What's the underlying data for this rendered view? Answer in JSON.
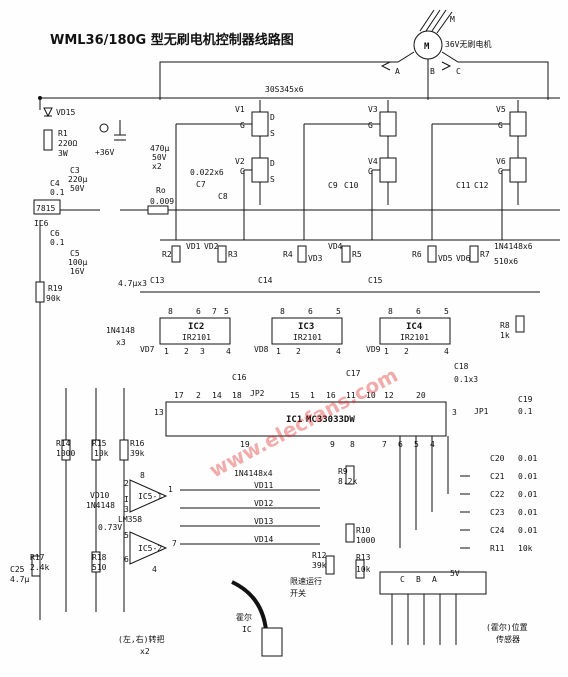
{
  "title": "WML36/180G 型无刷电机控制器线路图",
  "motor": {
    "symbol": "M",
    "label": "M",
    "desc": "36V无刷电机",
    "phase_a": "A",
    "phase_b": "B",
    "phase_c": "C"
  },
  "mosfets": {
    "part": "30S345x6",
    "labels": [
      "V1",
      "V2",
      "V3",
      "V4",
      "V5",
      "V6"
    ],
    "gate": "G",
    "drain": "D",
    "source": "S"
  },
  "power": {
    "supply": "+36V",
    "vd15": "VD15",
    "r1": [
      "R1",
      "220Ω",
      "3W"
    ],
    "c3": [
      "C3",
      "220μ",
      "50V"
    ],
    "c4": [
      "C4",
      "0.1"
    ],
    "reg": "7815",
    "ic6": "IC6",
    "c6": [
      "C6",
      "0.1"
    ],
    "c5": [
      "C5",
      "100μ",
      "16V"
    ],
    "bulk_cap": [
      "470μ",
      "50V",
      "x2"
    ],
    "c7": [
      "C7",
      "0.022x6"
    ],
    "ro": [
      "Ro",
      "0.009"
    ],
    "c8": "C8",
    "c9": "C9",
    "c10": "C10",
    "c11": "C11",
    "c12": "C12"
  },
  "drivers": {
    "ic_labels": [
      "IC2",
      "IC3",
      "IC4"
    ],
    "ic_part": "IR2101",
    "bootstrap": {
      "c13": "C13",
      "c14": "C14",
      "c15": "C15",
      "c13_val": "4.7μx3"
    },
    "diodes_top": [
      "VD1",
      "VD2",
      "VD3",
      "VD4",
      "VD5",
      "VD6"
    ],
    "res_top": [
      "R2",
      "R3",
      "R4",
      "R5",
      "R6",
      "R7"
    ],
    "diode_spec": "1N4148x6",
    "res_spec": "510x6",
    "boot_diodes": [
      "VD7",
      "VD8",
      "VD9"
    ],
    "boot_diode_spec": "1N4148",
    "boot_diode_qty": "x3",
    "c16": "C16",
    "c17": "C17",
    "c18": "C18",
    "c18_val": "0.1x3",
    "pins": [
      "8",
      "6",
      "7",
      "5",
      "1",
      "2",
      "3",
      "4"
    ]
  },
  "controller": {
    "ic": "IC1",
    "part": "MC33033DW",
    "jp1": "JP1",
    "jp2": "JP2",
    "top_pins": [
      "17",
      "2",
      "14",
      "18",
      "15",
      "1",
      "16",
      "11",
      "10",
      "12",
      "20"
    ],
    "bottom_pins": [
      "19",
      "9",
      "8",
      "7",
      "6",
      "5",
      "4"
    ],
    "pin13": "13",
    "pin3": "3",
    "c19": [
      "C19",
      "0.1"
    ],
    "r8": [
      "R8",
      "1k"
    ]
  },
  "sensor_caps": [
    {
      "name": "C20",
      "val": "0.01"
    },
    {
      "name": "C21",
      "val": "0.01"
    },
    {
      "name": "C22",
      "val": "0.01"
    },
    {
      "name": "C23",
      "val": "0.01"
    },
    {
      "name": "C24",
      "val": "0.01"
    }
  ],
  "r11": [
    "R11",
    "10k"
  ],
  "left_section": {
    "r19": [
      "R19",
      "90k"
    ],
    "r14": [
      "R14",
      "1000"
    ],
    "r15": [
      "R15",
      "10k"
    ],
    "r16": [
      "R16",
      "39k"
    ],
    "r17": [
      "R17",
      "2.4k"
    ],
    "r18": [
      "R18",
      "510"
    ],
    "c25": [
      "C25",
      "4.7μ"
    ],
    "vd10": [
      "VD10",
      "1N4148"
    ],
    "vref": "0.73V",
    "ic5": "IC5",
    "ic5_1": "IC5-1",
    "ic5_2": "IC5-2",
    "opamp": "LM358",
    "opamp_pins": [
      "2",
      "3",
      "1",
      "8",
      "5",
      "6",
      "7",
      "4"
    ]
  },
  "diode_array": {
    "spec": "1N4148x4",
    "labels": [
      "VD11",
      "VD12",
      "VD13",
      "VD14"
    ]
  },
  "lower": {
    "r9": [
      "R9",
      "8.2k"
    ],
    "r10": [
      "R10",
      "1000"
    ],
    "r12": [
      "R12",
      "39k"
    ],
    "r13": [
      "R13",
      "10k"
    ],
    "speed_switch": [
      "限速运行",
      "开关"
    ],
    "hall_ic": [
      "霍尔",
      "IC"
    ],
    "throttle": [
      "(左,右)转把",
      "x2"
    ],
    "hall_connector": {
      "pins": [
        "C",
        "B",
        "A"
      ],
      "supply": "5V"
    },
    "hall_sensor": [
      "(霍尔)位置",
      "传感器"
    ]
  },
  "watermark": "www.elecfans.com"
}
